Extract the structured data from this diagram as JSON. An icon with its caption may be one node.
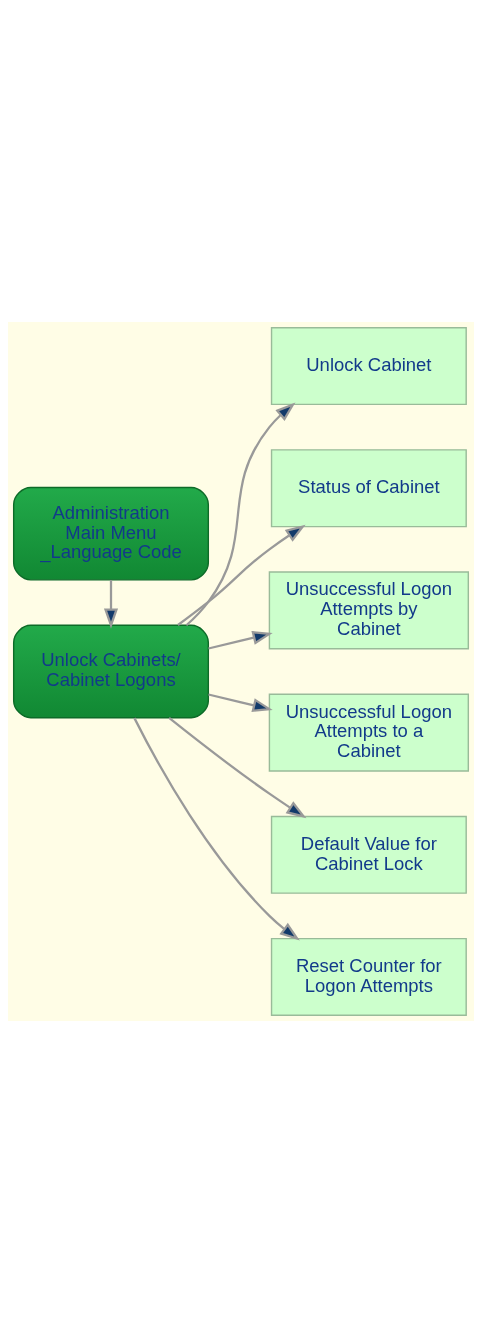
{
  "diagram": {
    "nodes": [
      {
        "text": [
          "Administration Main Menu _Language Code"
        ]
      },
      {
        "text": [
          "Unlock Cabinets/ Cabinet Logons"
        ]
      },
      {
        "text": [
          "Unlock Cabinet"
        ]
      },
      {
        "text": [
          "Status of Cabinet"
        ]
      },
      {
        "text": [
          "Unsuccessful Logon Attempts by Cabinet"
        ]
      },
      {
        "text": [
          "Unsuccessful Logon Attempts to a Cabinet"
        ]
      },
      {
        "text": [
          "Default Value for Cabinet Lock"
        ]
      },
      {
        "text": [
          "Reset Counter for Logon Attempts"
        ]
      }
    ],
    "edges": [
      {
        "from": 0,
        "to": 1,
        "arrow": "to"
      },
      {
        "from": 1,
        "to": 2,
        "arrow": "to"
      },
      {
        "from": 1,
        "to": 3,
        "arrow": "to"
      },
      {
        "from": 1,
        "to": 4,
        "arrow": "to"
      },
      {
        "from": 1,
        "to": 5,
        "arrow": "to"
      },
      {
        "from": 1,
        "to": 6,
        "arrow": "to"
      },
      {
        "from": 1,
        "to": 7,
        "arrow": "to"
      }
    ]
  }
}
